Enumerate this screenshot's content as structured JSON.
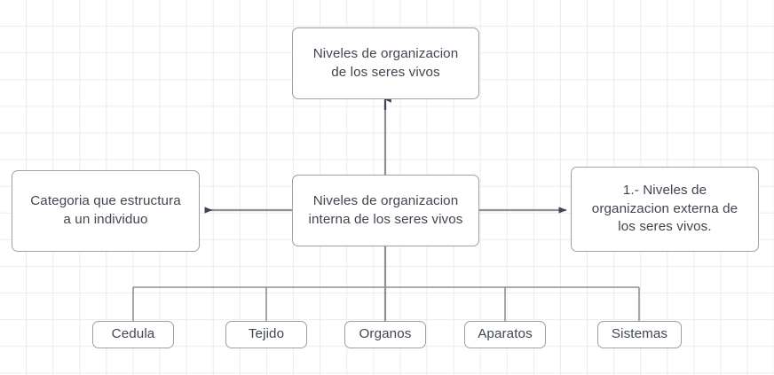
{
  "diagram": {
    "title": "Niveles de organizacion de los seres vivos",
    "nodes": {
      "root": {
        "label": "Niveles de organizacion\nde los seres vivos"
      },
      "internal": {
        "label": "Niveles de organizacion\ninterna de los seres vivos"
      },
      "left": {
        "label": "Categoria que estructura\na un individuo"
      },
      "right": {
        "label": "1.- Niveles de\norganizacion externa de\nlos seres vivos."
      },
      "children": [
        {
          "label": "Cedula"
        },
        {
          "label": "Tejido"
        },
        {
          "label": "Organos"
        },
        {
          "label": "Aparatos"
        },
        {
          "label": "Sistemas"
        }
      ]
    },
    "colors": {
      "background": "#ffffff",
      "grid_line": "#e9ecef",
      "node_border": "#9aa0a6",
      "node_fill": "#ffffff",
      "text": "#3f4650",
      "connector": "#8c9196",
      "arrowhead": "#3f4650"
    }
  }
}
